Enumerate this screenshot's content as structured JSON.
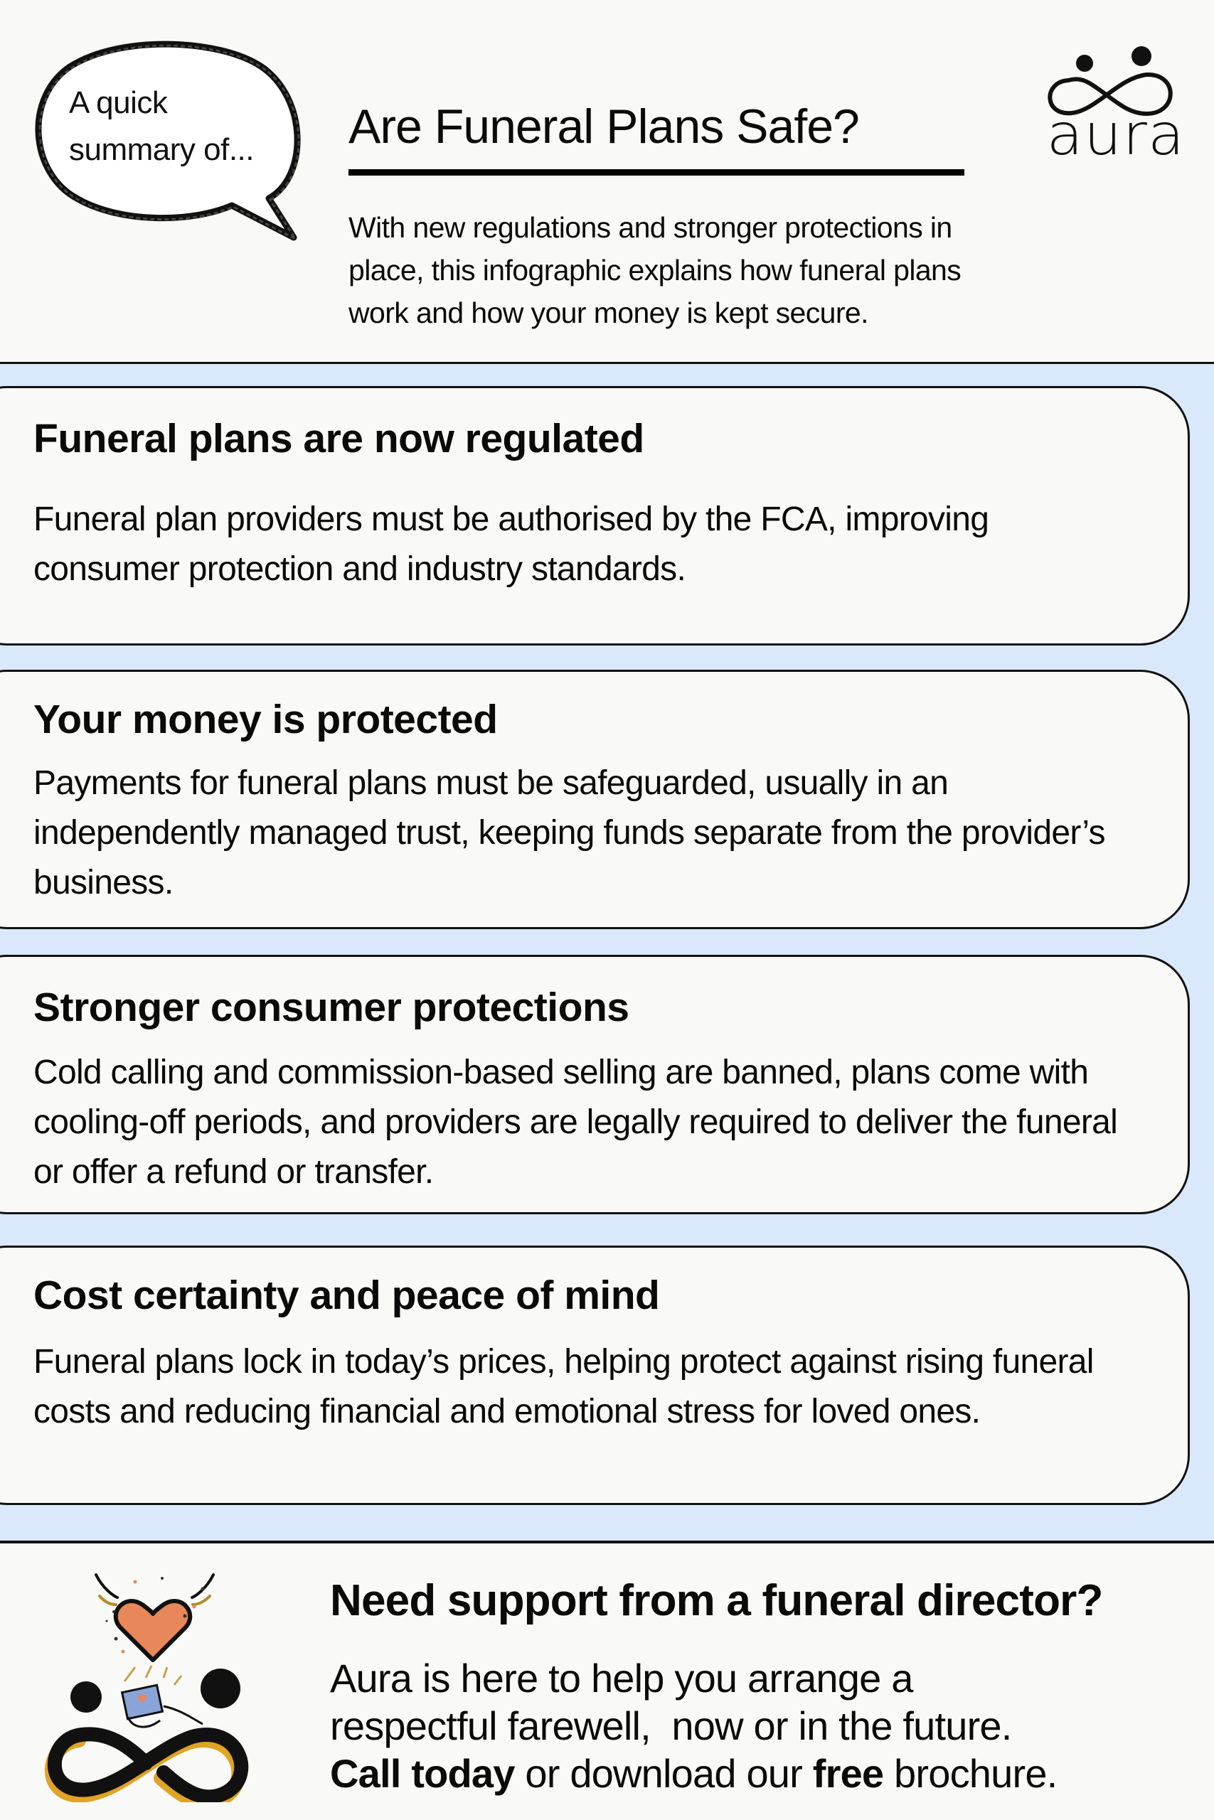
{
  "header": {
    "bubble_text_line1": "A quick",
    "bubble_text_line2": "summary of...",
    "title": "Are Funeral Plans Safe?",
    "intro": "With new regulations and stronger protections in place, this infographic explains how funeral plans work and how your money is kept secure.",
    "logo_word": "aura",
    "logo_icon": "infinity-two-people-icon"
  },
  "colors": {
    "background": "#f9f9f7",
    "band": "#dae8fc",
    "ink": "#0a0a0a",
    "heart": "#e8875a",
    "gold": "#e0a325",
    "gift": "#8aa4d8"
  },
  "cards": [
    {
      "title": "Funeral plans are now regulated",
      "body": "Funeral plan providers must be authorised by the FCA, improving consumer protection and industry standards."
    },
    {
      "title": "Your money is protected",
      "body": "Payments for funeral plans must be safeguarded, usually in an independently managed trust, keeping funds separate from the provider’s business."
    },
    {
      "title": "Stronger consumer protections",
      "body": "Cold calling and commission-based selling are banned, plans come with cooling-off periods, and providers are legally required to deliver the funeral or offer a refund or transfer."
    },
    {
      "title": "Cost certainty and peace of mind",
      "body": "Funeral plans lock in today’s prices, helping protect against rising funeral costs and reducing financial and emotional stress for loved ones."
    }
  ],
  "footer": {
    "title": "Need support from a funeral director?",
    "line1": "Aura is here to help you arrange a",
    "line2": "respectful farewell,  now or in the future.",
    "cta_bold1": "Call today",
    "cta_mid": " or download our ",
    "cta_bold2": "free",
    "cta_end": " brochure.",
    "illustration": "heart-gift-infinity-illustration"
  }
}
